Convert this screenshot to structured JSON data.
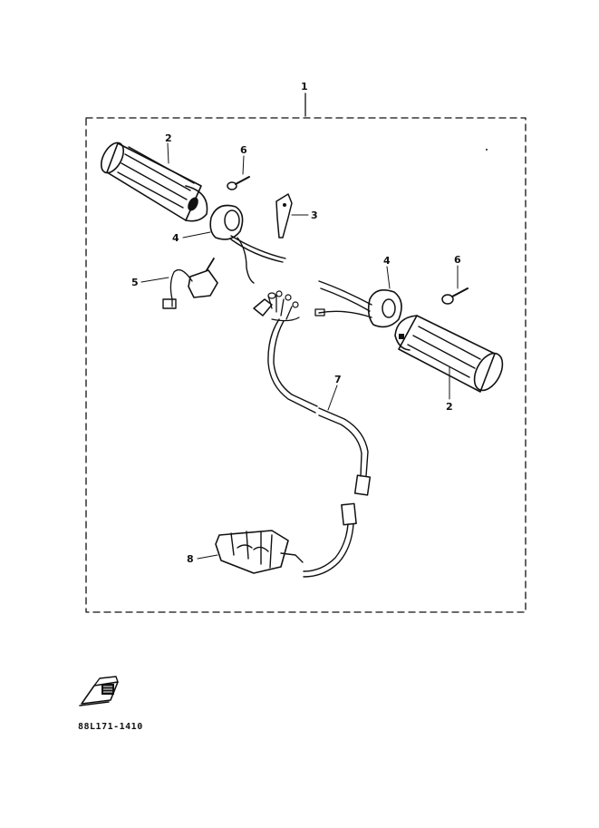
{
  "diagram": {
    "assembly_number": "1",
    "part_code": "88L171-1410",
    "callouts": {
      "grip_left": "2",
      "grip_right": "2",
      "connector": "3",
      "housing_left": "4",
      "housing_right": "4",
      "switch": "5",
      "screw_left": "6",
      "screw_right": "6",
      "wire_harness": "7",
      "controller": "8"
    }
  }
}
